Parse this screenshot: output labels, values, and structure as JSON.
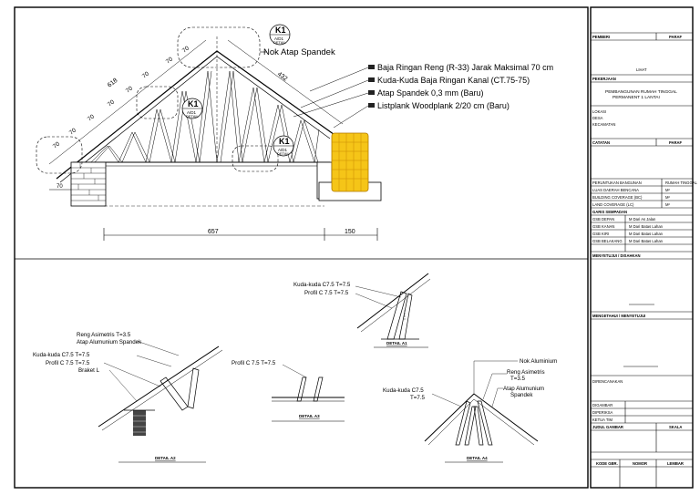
{
  "main_section": {
    "dims": {
      "roof_slope": "618",
      "roof_right": "432",
      "eave": "70",
      "span_main": "657",
      "span_right": "150",
      "seg": [
        "70",
        "70",
        "70",
        "70",
        "70",
        "70",
        "70",
        "70"
      ]
    },
    "callouts": {
      "k1_label": "K1",
      "k1_sub_a": "A/D1",
      "k1_sub_b": "DETAIL",
      "k1_mid_sub": "A/D1",
      "k1_mid_det": "DETAIL",
      "k1_low_sub": "A/D1",
      "k1_low_det": "DETAIL",
      "nok": "Nok Atap Spandek"
    },
    "legend": [
      "Baja Ringan Reng (R-33) Jarak Maksimal 70 cm",
      "Kuda-Kuda Baja Ringan Kanal (CT.75-75)",
      "Atap Spandek 0,3 mm (Baru)",
      "Listplank Woodplank 2/20 cm (Baru)"
    ]
  },
  "details": {
    "top": {
      "l1": "Kuda-kuda C7.5 T=7.5",
      "l2": "Profil C 7.5 T=7.5",
      "title": "DETAIL A1"
    },
    "left": {
      "l1": "Reng Asimetris T=3.5",
      "l2": "Atap Alumunium Spandek",
      "l3": "Kuda-kuda C7.5 T=7.5",
      "l4": "Profil C 7.5 T=7.5",
      "l5": "Braket L",
      "title": "DETAIL A2"
    },
    "mid": {
      "l1": "Profil C 7.5 T=7.5",
      "title": "DETAIL A3"
    },
    "right": {
      "l1": "Nok Aluminium",
      "l2": "Reng Asimetris",
      "l2b": "T=3.5",
      "l3": "Atap Alumunium",
      "l3b": "Spandek",
      "l4": "Kuda-kuda C7.5",
      "l4b": "T=7.5",
      "title": "DETAIL A4"
    }
  },
  "title_block": {
    "pemberi": "PEMBERI",
    "paraf": "PARAF",
    "pemilik_name": "LIHAT",
    "pekerjaan": "PEKERJAAN",
    "project_line1": "PEMBANGUNAN RUMAH TINGGAL",
    "project_line2": "PERMANENT 1 LANTAI",
    "lokasi": "LOKASI",
    "desa": "DESA",
    "kecamatan": "KECAMATAN",
    "catatan": "CATATAN",
    "paraf2": "PARAF",
    "peruntukan": "PERUNTUKAN BANGUNAN",
    "peruntukan_val": "RUMAH TINGGAL",
    "rows": [
      {
        "k": "LUAS DAERAH BENCANA",
        "v": "M²"
      },
      {
        "k": "BUILDING COVERAGE (BC)",
        "v": "M²"
      },
      {
        "k": "LAND COVERAGE (LC)",
        "v": "M²"
      }
    ],
    "garis_sempadan": "GARIS SEMPADAN",
    "sempadan": [
      {
        "k": "GSB DEPAN",
        "v": "M Dari As Jalan"
      },
      {
        "k": "GSB KANAN",
        "v": "M Dari Batas Lahan"
      },
      {
        "k": "GSB KIRI",
        "v": "M Dari Batas Lahan"
      },
      {
        "k": "GSB BELAKANG",
        "v": "M Dari Batas Lahan"
      }
    ],
    "menyetujui": "MENYETUJUI / DISAHKAN",
    "mengetahui": "MENGETAHUI / MENYETUJUI",
    "direncanakan": "DIRENCANAKAN",
    "digambar": "DIGAMBAR",
    "diperiksa": "DIPERIKSA",
    "ketua_tim": "KETUA TIM",
    "judul_gambar": "JUDUL GAMBAR",
    "skala": "SKALA",
    "kode_gbr": "KODE GBR.",
    "nomor": "NOMOR",
    "lembar": "LEMBAR"
  }
}
